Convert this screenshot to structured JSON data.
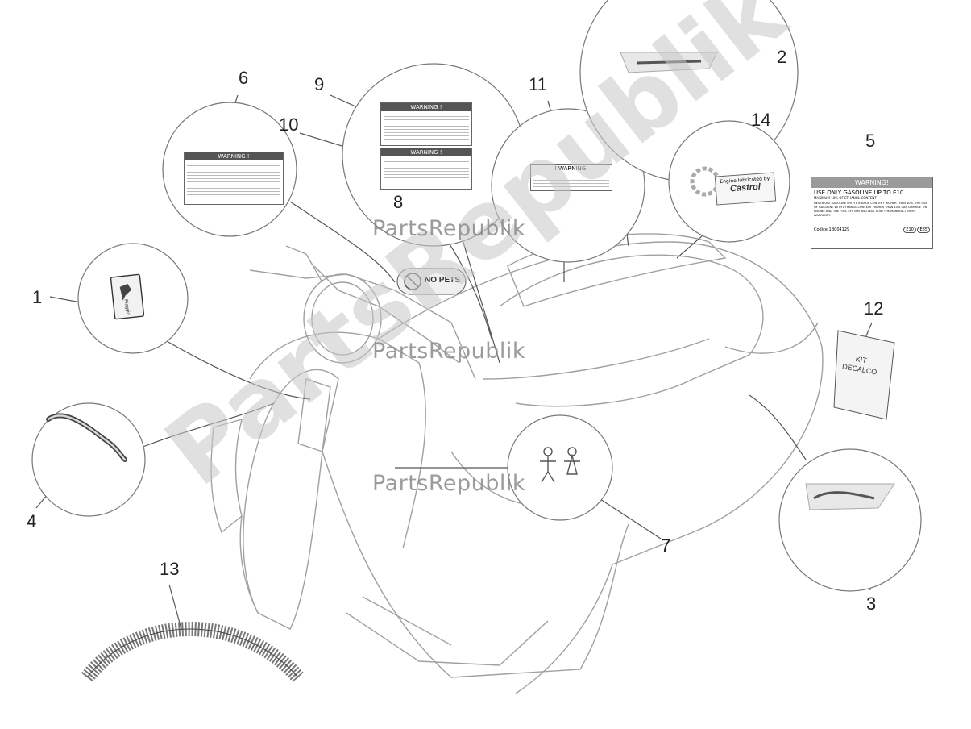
{
  "callouts": [
    "1",
    "2",
    "3",
    "4",
    "5",
    "6",
    "7",
    "8",
    "9",
    "10",
    "11",
    "12",
    "13",
    "14"
  ],
  "watermark": {
    "text": "PartsRepublik",
    "big_text": "PartsRepublik"
  },
  "labels": {
    "warning_title": "WARNING !",
    "warning_title_11": "! WARNING!",
    "no_pets": "NO PETS",
    "castrol_top": "Engine lubricated by",
    "castrol_brand": "Castrol",
    "kit_line1": "KIT",
    "kit_line2": "DECALCO",
    "piaggio": "Piaggio",
    "fuel_title": "WARNING!",
    "fuel_line1": "USE ONLY GASOLINE UP TO E10",
    "fuel_line2": "MAXIMUM 10% OF ETHANOL CONTENT",
    "fuel_body": "NEVER USE GASOLINE WITH ETHANOL CONTENT HIGHER THAN 10%. THE USE OF GASOLINE WITH ETHANOL CONTENT HIGHER THAN 10% CAN DAMAGE THE ENGINE AND THE FUEL SYSTEM AND WILL VOID THE MANUFACTURER WARRANTY.",
    "fuel_code": "Codice 1B004129",
    "fuel_e10": "E10",
    "fuel_e85": "E85"
  },
  "colors": {
    "line": "#555555",
    "outline": "#9a9a9a",
    "watermark": "#8a8a8a"
  }
}
